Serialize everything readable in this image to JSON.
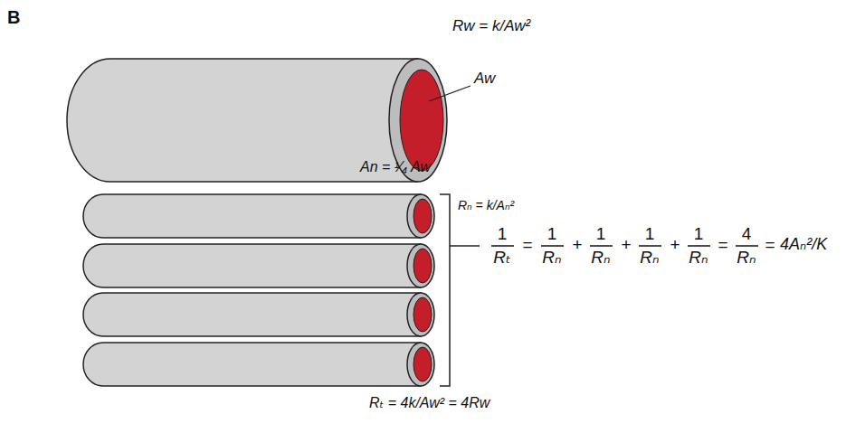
{
  "diagram": {
    "labels": [
      "B",
      "Rw = k/Aw²",
      "Aw",
      "An = ¹⁄₄ Aw",
      "Rₙ = k/Aₙ²",
      "1",
      "Rₜ",
      "=",
      "1",
      "Rₙ",
      "+",
      "1",
      "Rₙ",
      "+",
      "1",
      "Rₙ",
      "+",
      "1",
      "Rₙ",
      "=",
      "4",
      "Rₙ",
      "=",
      "4Aₙ²/K",
      "Rₜ = 4k/Aw² = 4Rw"
    ]
  }
}
